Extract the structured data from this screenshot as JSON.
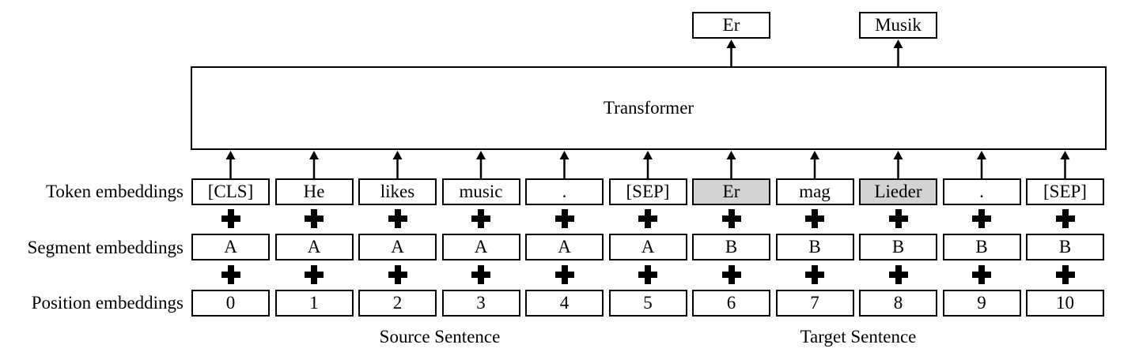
{
  "transformer_label": "Transformer",
  "outputs": [
    {
      "text": "Er",
      "column": 6
    },
    {
      "text": "Musik",
      "column": 8
    }
  ],
  "row_labels": {
    "token": "Token embeddings",
    "segment": "Segment embeddings",
    "position": "Position embeddings"
  },
  "tokens": [
    "[CLS]",
    "He",
    "likes",
    "music",
    ".",
    "[SEP]",
    "Er",
    "mag",
    "Lieder",
    ".",
    "[SEP]"
  ],
  "masked_token_indices": [
    6,
    8
  ],
  "segments": [
    "A",
    "A",
    "A",
    "A",
    "A",
    "A",
    "B",
    "B",
    "B",
    "B",
    "B"
  ],
  "positions": [
    "0",
    "1",
    "2",
    "3",
    "4",
    "5",
    "6",
    "7",
    "8",
    "9",
    "10"
  ],
  "captions": {
    "source": "Source Sentence",
    "target": "Target Sentence"
  },
  "colors": {
    "masked_fill": "#d3d3d3",
    "line": "#000000"
  }
}
